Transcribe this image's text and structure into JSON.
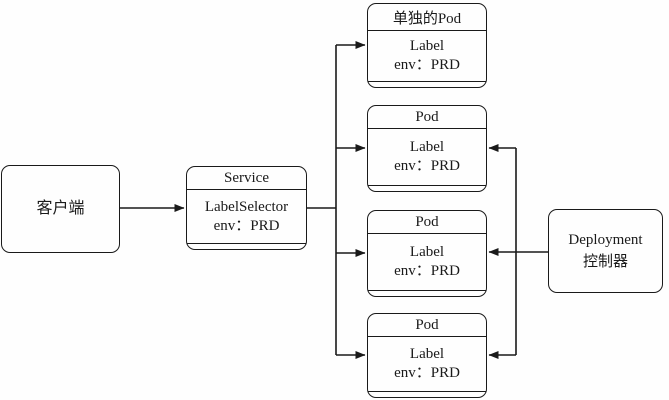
{
  "colors": {
    "background": "#fefefe",
    "line": "#1a1a1a",
    "text": "#1a1a1a"
  },
  "nodes": {
    "client": {
      "label": "客户端"
    },
    "service": {
      "title": "Service",
      "lines": [
        "LabelSelector",
        "env：PRD"
      ]
    },
    "pod_standalone": {
      "title": "单独的Pod",
      "lines": [
        "Label",
        "env：PRD"
      ]
    },
    "pod_1": {
      "title": "Pod",
      "lines": [
        "Label",
        "env：PRD"
      ]
    },
    "pod_2": {
      "title": "Pod",
      "lines": [
        "Label",
        "env：PRD"
      ]
    },
    "pod_3": {
      "title": "Pod",
      "lines": [
        "Label",
        "env：PRD"
      ]
    },
    "deployment": {
      "lines": [
        "Deployment",
        "控制器"
      ]
    }
  },
  "edges": [
    {
      "from": "client",
      "to": "service"
    },
    {
      "from": "service",
      "to": "pod_standalone"
    },
    {
      "from": "service",
      "to": "pod_1"
    },
    {
      "from": "service",
      "to": "pod_2"
    },
    {
      "from": "service",
      "to": "pod_3"
    },
    {
      "from": "deployment",
      "to": "pod_1"
    },
    {
      "from": "deployment",
      "to": "pod_2"
    },
    {
      "from": "deployment",
      "to": "pod_3"
    }
  ]
}
